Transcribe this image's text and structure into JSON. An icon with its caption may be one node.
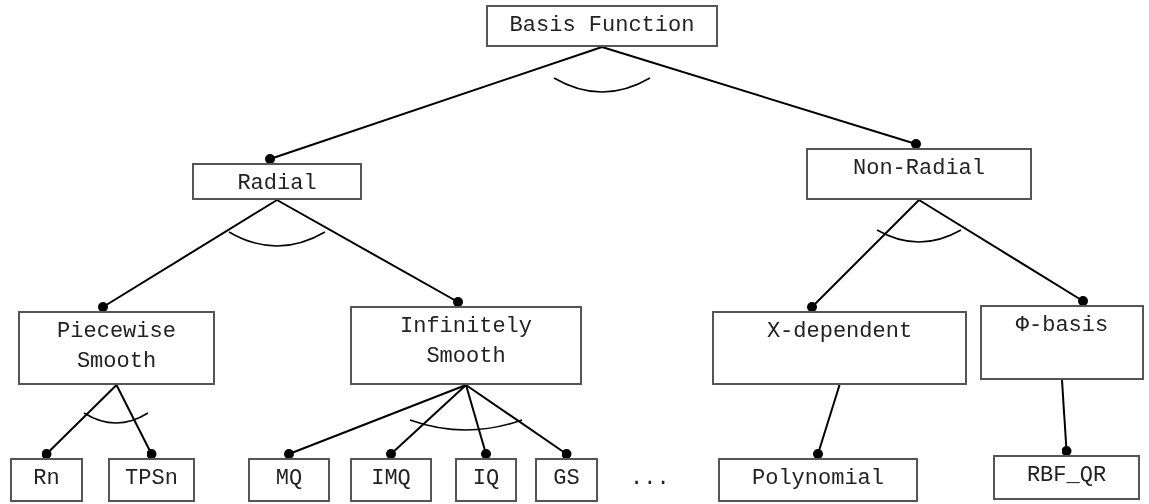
{
  "diagram": {
    "nodes": [
      {
        "text": [
          "Basis Function"
        ]
      },
      {
        "text": [
          "Radial"
        ]
      },
      {
        "text": [
          "Non-Radial"
        ]
      },
      {
        "text": [
          "Piecewise Smooth"
        ]
      },
      {
        "text": [
          "Infinitely Smooth"
        ]
      },
      {
        "text": [
          "X-dependent"
        ]
      },
      {
        "text": [
          "Φ-basis"
        ]
      },
      {
        "text": [
          "Rn"
        ]
      },
      {
        "text": [
          "TPSn"
        ]
      },
      {
        "text": [
          "MQ"
        ]
      },
      {
        "text": [
          "IMQ"
        ]
      },
      {
        "text": [
          "IQ"
        ]
      },
      {
        "text": [
          "GS"
        ]
      },
      {
        "text": [
          "Polynomial"
        ]
      },
      {
        "text": [
          "RBF_QR"
        ]
      }
    ],
    "edges": [
      {
        "from": 0,
        "to": 1,
        "arrow": "other"
      },
      {
        "from": 0,
        "to": 2,
        "arrow": "other"
      },
      {
        "from": 1,
        "to": 3,
        "arrow": "other"
      },
      {
        "from": 1,
        "to": 4,
        "arrow": "other"
      },
      {
        "from": 2,
        "to": 5,
        "arrow": "other"
      },
      {
        "from": 2,
        "to": 6,
        "arrow": "other"
      },
      {
        "from": 3,
        "to": 7,
        "arrow": "other"
      },
      {
        "from": 3,
        "to": 8,
        "arrow": "other"
      },
      {
        "from": 4,
        "to": 9,
        "arrow": "other"
      },
      {
        "from": 4,
        "to": 10,
        "arrow": "other"
      },
      {
        "from": 4,
        "to": 11,
        "arrow": "other"
      },
      {
        "from": 4,
        "to": 12,
        "arrow": "other"
      },
      {
        "from": 5,
        "to": 13,
        "arrow": "other"
      },
      {
        "from": 6,
        "to": 14,
        "arrow": "other"
      }
    ],
    "labels": [
      "..."
    ]
  }
}
